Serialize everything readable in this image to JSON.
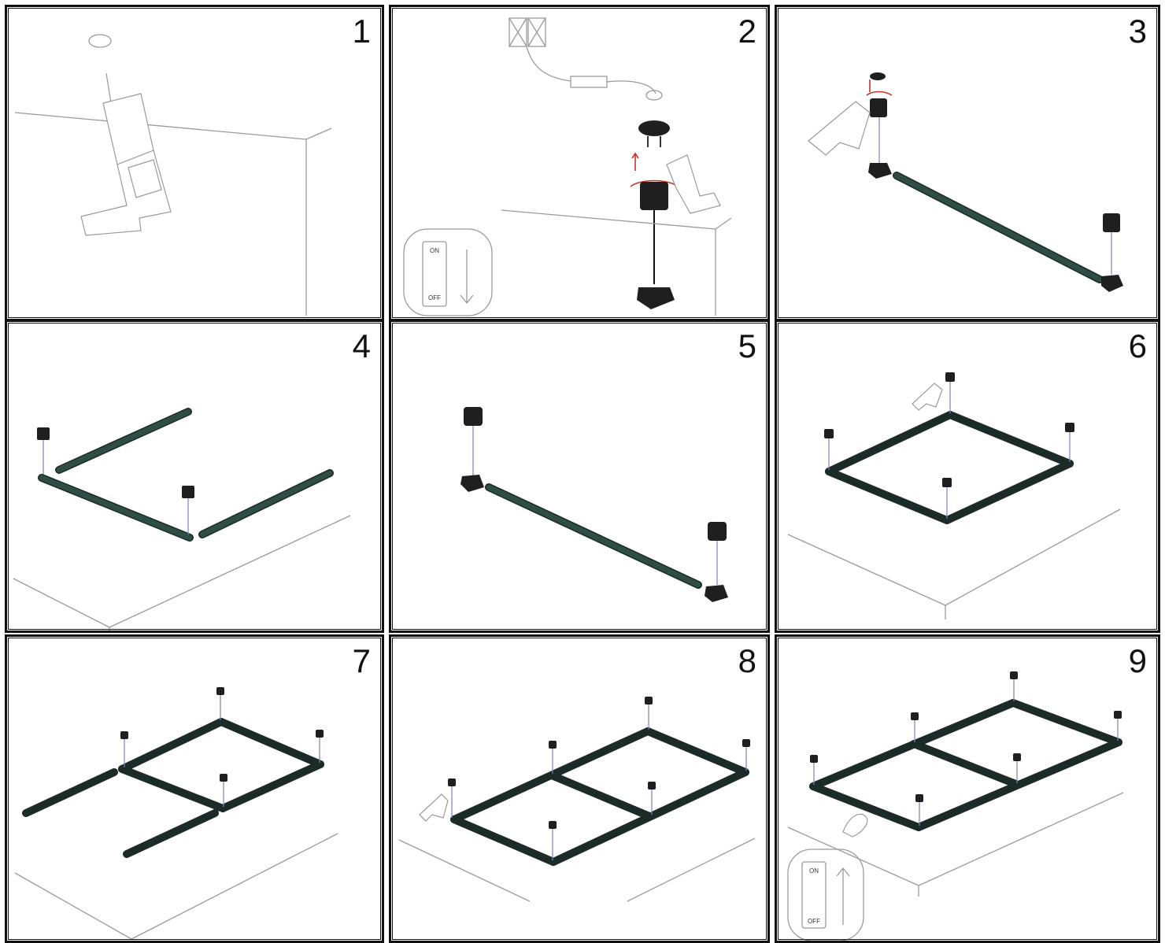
{
  "steps": [
    {
      "number": "1"
    },
    {
      "number": "2",
      "switch_on": "ON",
      "switch_off": "OFF"
    },
    {
      "number": "3"
    },
    {
      "number": "4"
    },
    {
      "number": "5"
    },
    {
      "number": "6"
    },
    {
      "number": "7"
    },
    {
      "number": "8"
    },
    {
      "number": "9",
      "switch_on": "ON",
      "switch_off": "OFF"
    }
  ]
}
